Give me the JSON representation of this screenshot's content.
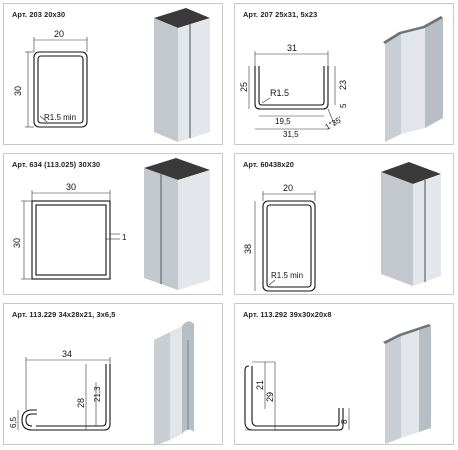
{
  "cards": [
    {
      "title": "Арт. 203 20x30",
      "dims": {
        "width": "20",
        "height": "30",
        "radius": "R1.5 min"
      }
    },
    {
      "title": "Арт. 207 25x31, 5x23",
      "dims": {
        "top": "31",
        "left": "25",
        "right": "23",
        "radius": "R1.5",
        "right_small": "5",
        "bottom_inner": "19,5",
        "bottom": "31,5",
        "angle": "1°35'"
      }
    },
    {
      "title": "Арт. 634 (113.025) 30X30",
      "dims": {
        "width": "30",
        "height": "30",
        "thickness": "1"
      }
    },
    {
      "title": "Арт. 60438x20",
      "dims": {
        "width": "20",
        "height": "38",
        "radius": "R1.5 min"
      }
    },
    {
      "title": "Арт. 113.229 34x28x21, 3x6,5",
      "dims": {
        "width": "34",
        "height": "28",
        "inner": "21,3",
        "lip": "6,5"
      }
    },
    {
      "title": "Арт. 113.292 39x30x20x8",
      "dims": {
        "inner": "21",
        "height": "29",
        "lip": "8"
      }
    }
  ],
  "colors": {
    "metal_light": "#dfe3e7",
    "metal_mid": "#b7bdc4",
    "metal_dark": "#8c939b",
    "metal_top": "#3a3a3a",
    "border": "#c9c9c9"
  }
}
